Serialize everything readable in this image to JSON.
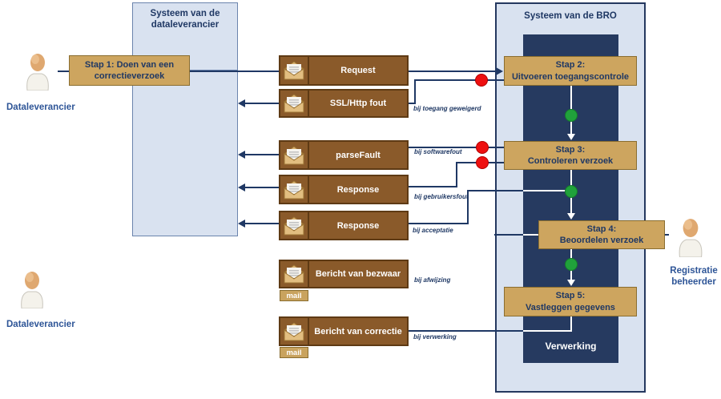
{
  "left_system": {
    "title": "Systeem van de dataleverancier"
  },
  "right_system": {
    "title": "Systeem van de BRO",
    "inner_label": "Verwerking"
  },
  "actors": [
    {
      "label": "Dataleverancier"
    },
    {
      "label": "Dataleverancier"
    },
    {
      "label": "Registratie beheerder"
    }
  ],
  "steps": [
    {
      "line1": "Stap 1: Doen van een",
      "line2": "correctieverzoek"
    },
    {
      "line1": "Stap 2:",
      "line2": "Uitvoeren toegangscontrole"
    },
    {
      "line1": "Stap 3:",
      "line2": "Controleren verzoek"
    },
    {
      "line1": "Stap 4:",
      "line2": "Beoordelen verzoek"
    },
    {
      "line1": "Stap 5:",
      "line2": "Vastleggen gegevens"
    }
  ],
  "messages": [
    {
      "label": "Request",
      "condition": ""
    },
    {
      "label": "SSL/Http fout",
      "condition": "bij toegang geweigerd"
    },
    {
      "label": "parseFault",
      "condition": "bij softwarefout"
    },
    {
      "label": "Response",
      "condition": "bij gebruikersfout"
    },
    {
      "label": "Response",
      "condition": "bij acceptatie"
    },
    {
      "label": "Bericht van bezwaar",
      "condition": "bij afwijzing",
      "tag": "mail"
    },
    {
      "label": "Bericht van correctie",
      "condition": "bij verwerking",
      "tag": "mail"
    }
  ],
  "colors": {
    "container_fill": "#D9E2F0",
    "inner_navy": "#263A60",
    "step_fill": "#CDA55F",
    "message_fill": "#8A5A2A",
    "line": "#1F3864",
    "status_ok": "#20A13B",
    "status_fail": "#EE1010",
    "actor_label": "#2E5597"
  }
}
